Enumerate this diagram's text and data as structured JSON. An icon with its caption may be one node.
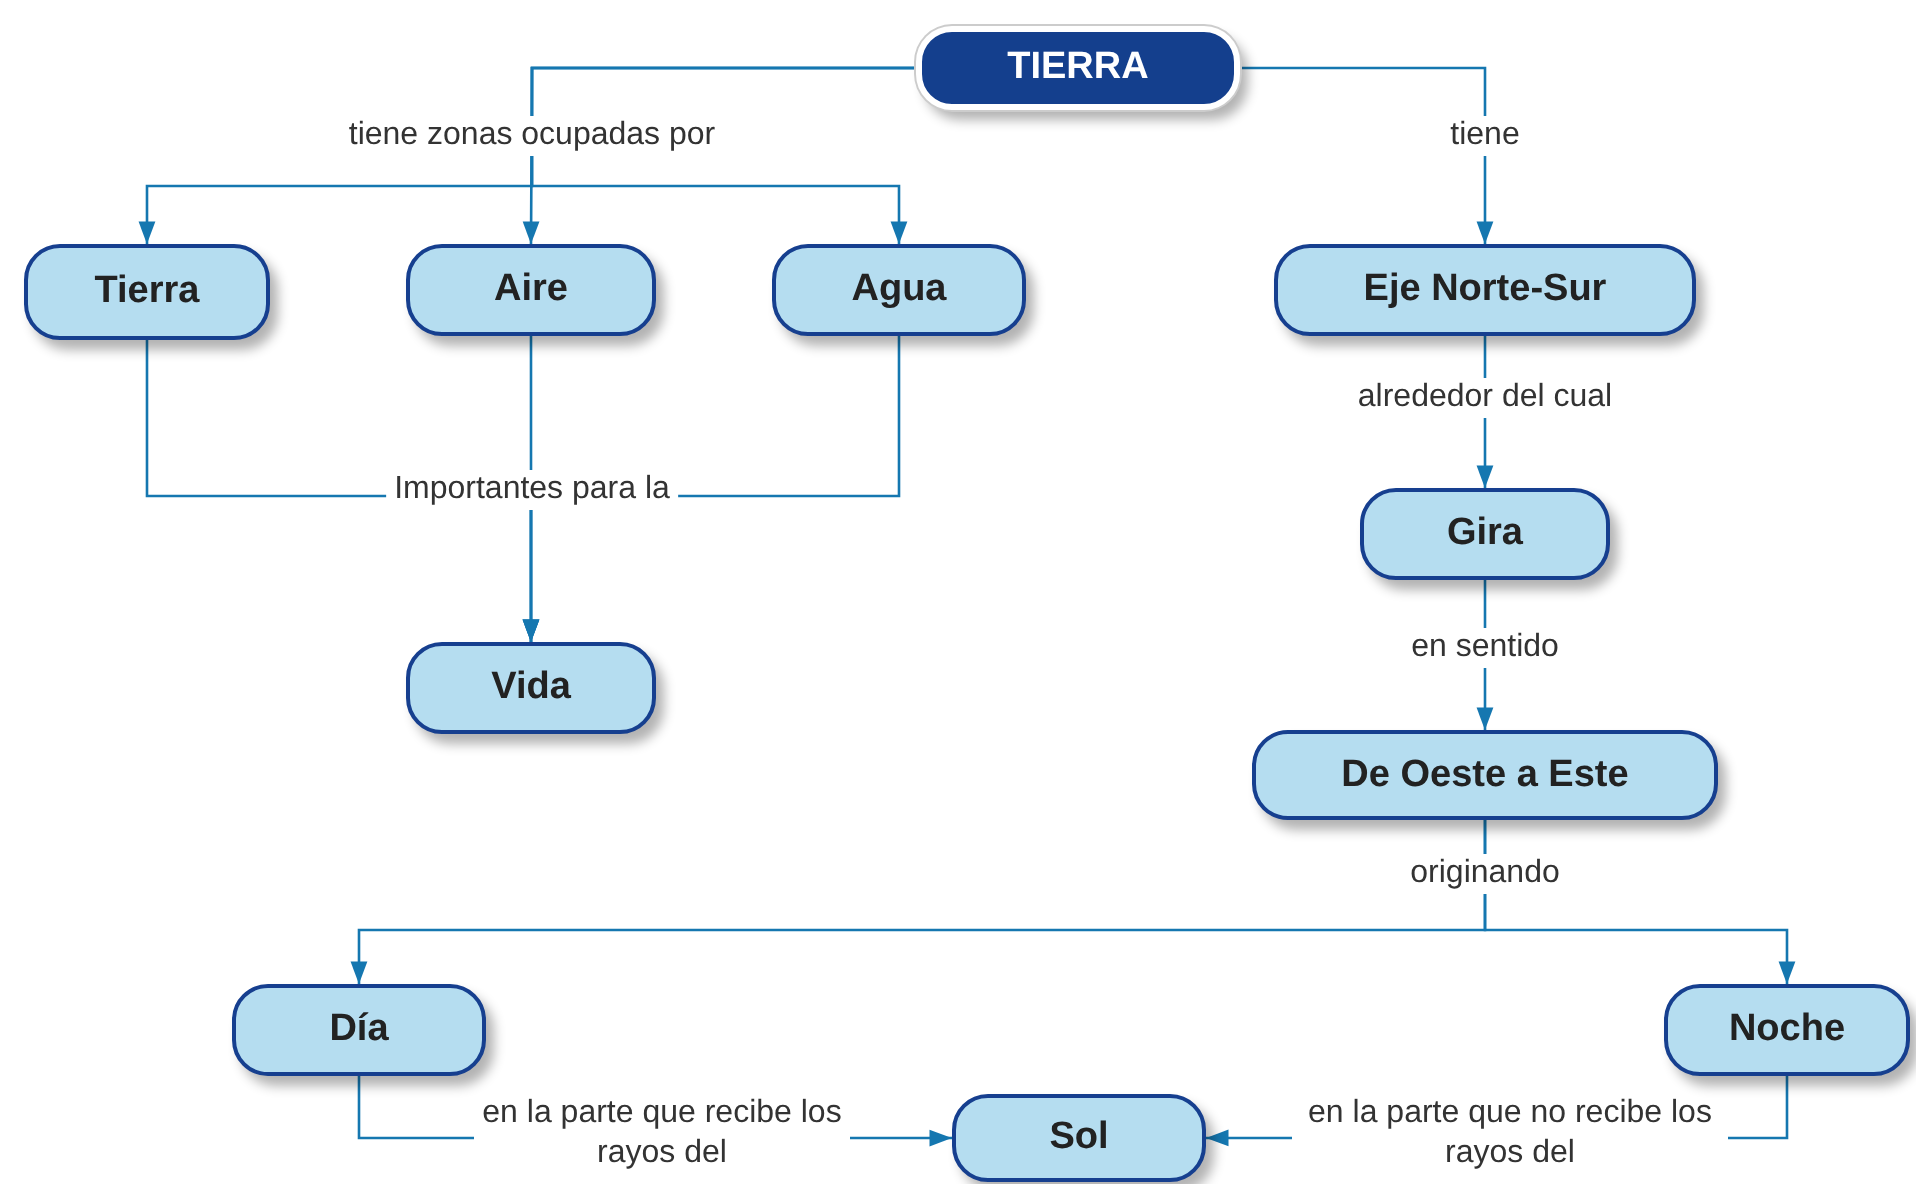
{
  "diagram": {
    "nodes": [
      {
        "text": [
          "TIERRA"
        ]
      },
      {
        "text": [
          "Tierra"
        ]
      },
      {
        "text": [
          "Aire"
        ]
      },
      {
        "text": [
          "Agua"
        ]
      },
      {
        "text": [
          "Eje Norte-Sur"
        ]
      },
      {
        "text": [
          "Vida"
        ]
      },
      {
        "text": [
          "Gira"
        ]
      },
      {
        "text": [
          "De Oeste a Este"
        ]
      },
      {
        "text": [
          "Día"
        ]
      },
      {
        "text": [
          "Noche"
        ]
      },
      {
        "text": [
          "Sol"
        ]
      }
    ],
    "edges": [
      {
        "from": 0,
        "to": 1,
        "arrow": "to"
      },
      {
        "from": 0,
        "to": 2,
        "arrow": "to",
        "label": "tiene zonas ocupadas por"
      },
      {
        "from": 0,
        "to": 3,
        "arrow": "to"
      },
      {
        "from": 0,
        "to": 4,
        "arrow": "to",
        "label": "tiene"
      },
      {
        "from": 1,
        "to": 5,
        "arrow": "to"
      },
      {
        "from": 2,
        "to": 5,
        "arrow": "to",
        "label": "Importantes para la"
      },
      {
        "from": 3,
        "to": 5,
        "arrow": "to"
      },
      {
        "from": 4,
        "to": 6,
        "arrow": "to",
        "label": "alrededor del cual"
      },
      {
        "from": 6,
        "to": 7,
        "arrow": "to",
        "label": "en sentido"
      },
      {
        "from": 7,
        "to": 8,
        "arrow": "to",
        "label": "originando"
      },
      {
        "from": 7,
        "to": 9,
        "arrow": "to"
      },
      {
        "from": 8,
        "to": 10,
        "arrow": "to",
        "label": "en la parte que recibe los rayos del"
      },
      {
        "from": 9,
        "to": 10,
        "arrow": "to",
        "label": "en la parte que no recibe los rayos del"
      }
    ]
  }
}
